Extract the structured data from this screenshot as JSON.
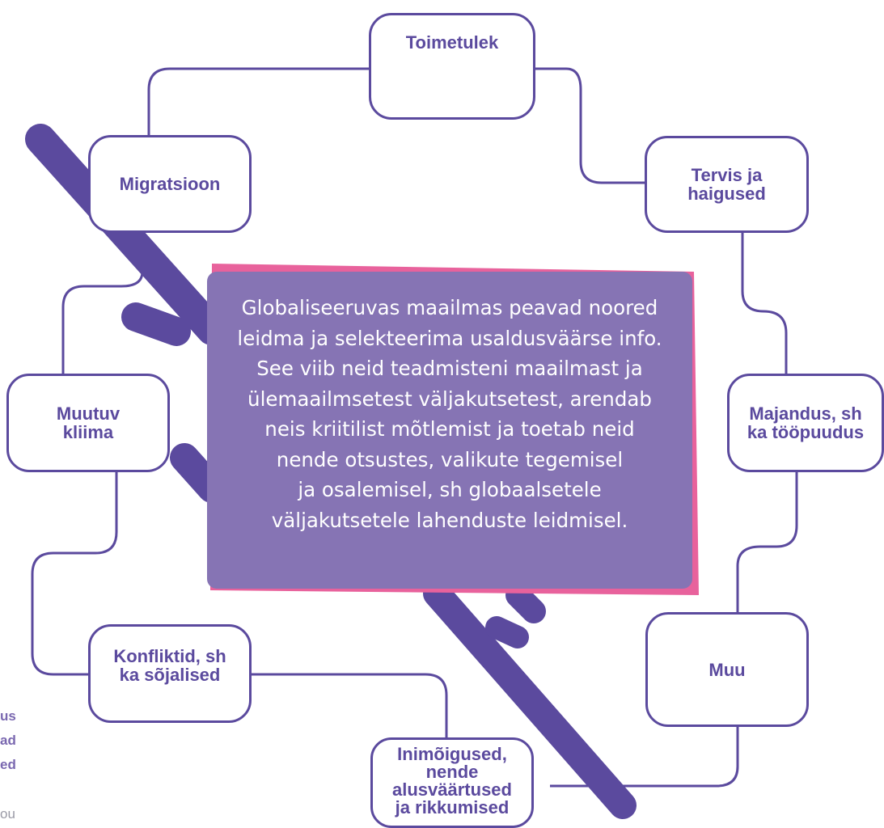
{
  "colors": {
    "accent": "#5b4a9e",
    "center_fill": "#8674b4",
    "center_border": "#e8629c",
    "text_on_center": "#ffffff"
  },
  "center_text": "Globaliseeruvas maailmas peavad noored\nleidma ja selekteerima usaldusväärse info.\nSee viib neid teadmisteni maailmast ja\nülemaailmsetest väljakutsetest, arendab\nneis kriitilist mõtlemist ja toetab neid\nnende otsustes, valikute tegemisel\nja osalemisel, sh globaalsetele\nväljakutsetele lahenduste leidmisel.",
  "nodes": {
    "toimetulek": "Toimetulek",
    "tervis": "Tervis ja\nhaigused",
    "majandus": "Majandus, sh\nka tööpuudus",
    "muu": "Muu",
    "inimoigused": "Inimõigused,\nnende\nalusväärtused\nja rikkumised",
    "konfliktid": "Konfliktid, sh\nka sõjalised",
    "kliima": "Muutuv\nkliima",
    "migratsioon": "Migratsioon"
  },
  "side_fragments": [
    "us",
    "ad",
    "ed",
    "ou"
  ]
}
